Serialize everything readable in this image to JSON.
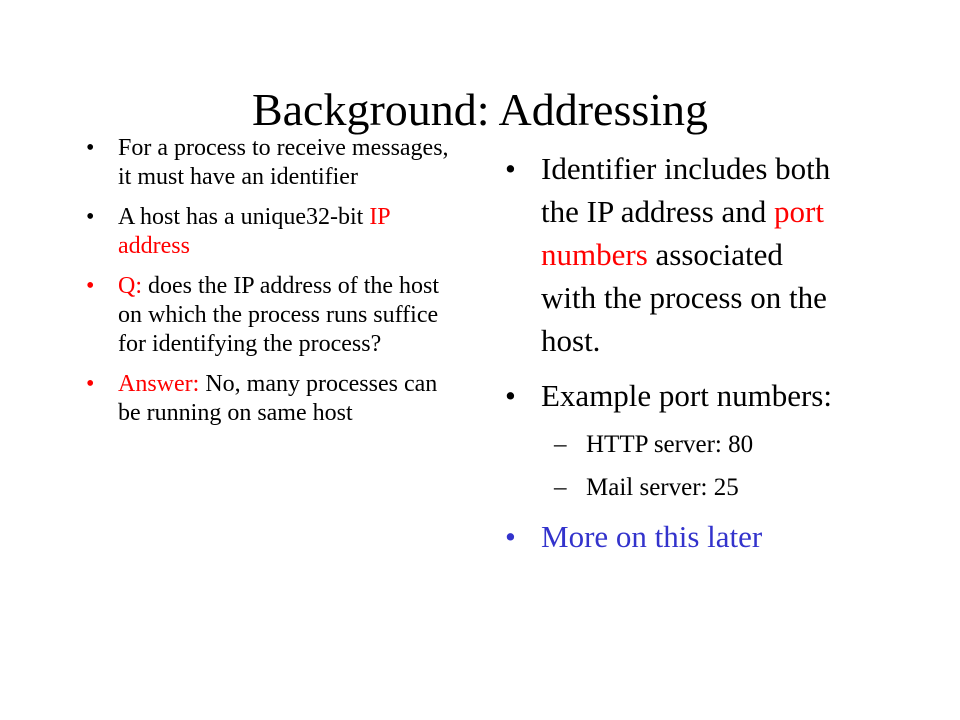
{
  "slide": {
    "title": "Background: Addressing",
    "left": {
      "b1": "For a process to receive messages, it must have an identifier",
      "b2_a": "A host has a unique32-bit ",
      "b2_b": "IP address",
      "b3_a": "Q:",
      "b3_b": " does the IP address of the host on which the process runs suffice for identifying the process?",
      "b4_a": "Answer:",
      "b4_b": " No, many processes can be running on same host"
    },
    "right": {
      "b1_a": "Identifier includes both the IP address and ",
      "b1_b": "port numbers",
      "b1_c": " associated with the process on the host.",
      "b2": "Example port numbers:",
      "sub1": "HTTP server: 80",
      "sub2": "Mail server: 25",
      "b3": "More on this later"
    }
  },
  "colors": {
    "red": "#ff0000",
    "blue": "#3333cc",
    "text": "#000000",
    "background": "#ffffff"
  }
}
